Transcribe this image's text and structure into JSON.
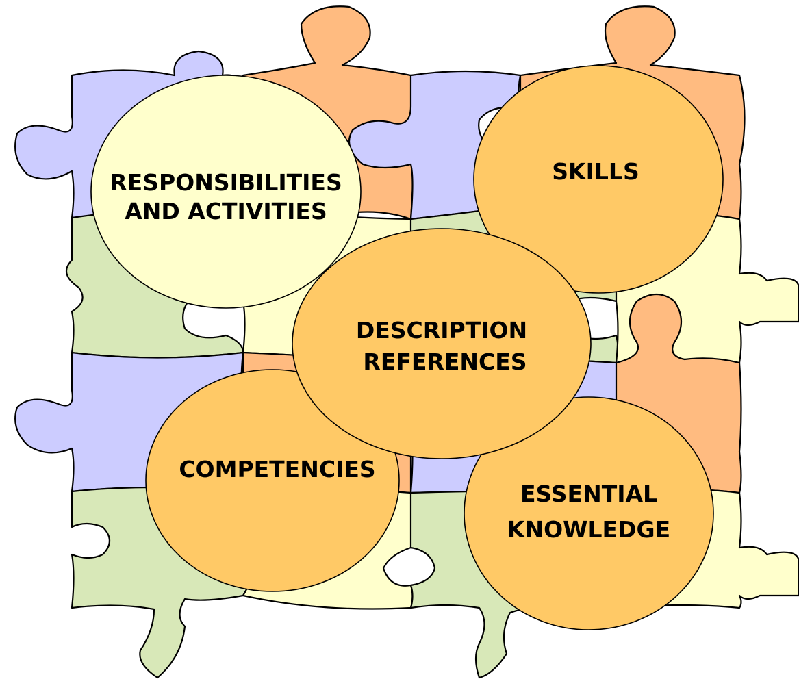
{
  "colors": {
    "puzzle_lavender": "#CCCCFF",
    "puzzle_orange": "#FFBB80",
    "puzzle_green": "#D8E8B8",
    "puzzle_cream": "#FFFFCC",
    "bubble_cream": "#FFFFCC",
    "bubble_orange": "#FFC966"
  },
  "concepts": [
    {
      "id": "responsibilities",
      "lines": [
        "RESPONSIBILITIES",
        "AND ACTIVITIES"
      ]
    },
    {
      "id": "skills",
      "lines": [
        "SKILLS"
      ]
    },
    {
      "id": "description",
      "lines": [
        "DESCRIPTION",
        "REFERENCES"
      ]
    },
    {
      "id": "competencies",
      "lines": [
        "COMPETENCIES"
      ]
    },
    {
      "id": "knowledge",
      "lines": [
        "ESSENTIAL",
        "KNOWLEDGE"
      ]
    }
  ]
}
